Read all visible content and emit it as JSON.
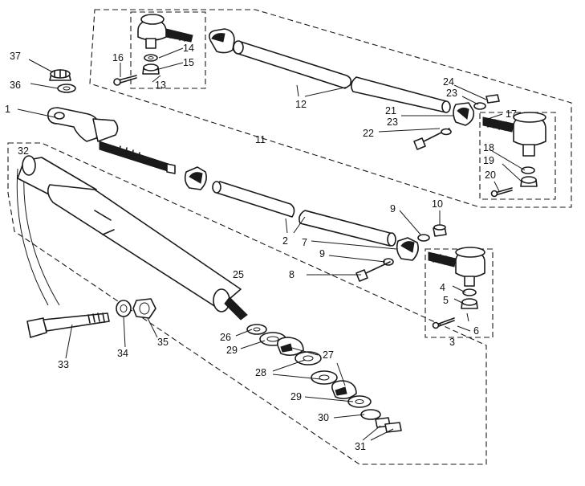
{
  "labels": {
    "l1": "1",
    "l2": "2",
    "l3": "3",
    "l4": "4",
    "l5": "5",
    "l6": "6",
    "l7": "7",
    "l8": "8",
    "l9a": "9",
    "l9b": "9",
    "l10": "10",
    "l11": "11",
    "l12": "12",
    "l13": "13",
    "l14": "14",
    "l15": "15",
    "l16": "16",
    "l17": "17",
    "l18": "18",
    "l19": "19",
    "l20": "20",
    "l21": "21",
    "l22": "22",
    "l23a": "23",
    "l23b": "23",
    "l24": "24",
    "l25": "25",
    "l26": "26",
    "l27": "27",
    "l28": "28",
    "l29a": "29",
    "l29b": "29",
    "l30": "30",
    "l31": "31",
    "l32": "32",
    "l33": "33",
    "l34": "34",
    "l35": "35",
    "l36": "36",
    "l37": "37"
  }
}
